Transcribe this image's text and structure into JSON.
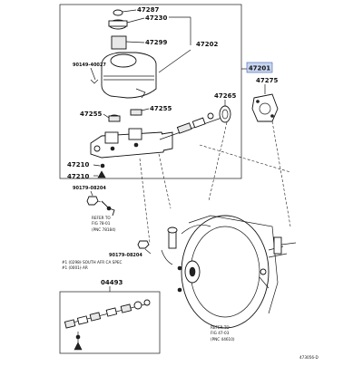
{
  "callouts": {
    "p47287": "47287",
    "p47230": "47230",
    "p47299": "47299",
    "p47202": "47202",
    "p90149": "90149-40027",
    "p47201": "47201",
    "p47275": "47275",
    "p47265": "47265",
    "p47255a": "47255",
    "p47255b": "47255",
    "p47210": "47210",
    "p47210b": "47210",
    "p90179a": "90179-08204",
    "p90179b": "90179-08204",
    "p04493": "04493",
    "diagram_code": "473056-D"
  },
  "refs": {
    "ref1_line1": "REFER TO",
    "ref1_line2": "FIG 78-01",
    "ref1_line3": "(PNC 78184)",
    "ref2_line1": "REFER TO",
    "ref2_line2": "FIG 47-03",
    "ref2_line3": "(PNC 44610)"
  },
  "notes": {
    "n1_a": "#1 (0298-",
    "n1_b": "#1 (0001-",
    "n1_c": ") SOUTH AFR CA SPEC",
    "n1_d": ") AR"
  },
  "colors": {
    "highlight": "#c9d6f0",
    "highlight_border": "#3a5fb0"
  }
}
